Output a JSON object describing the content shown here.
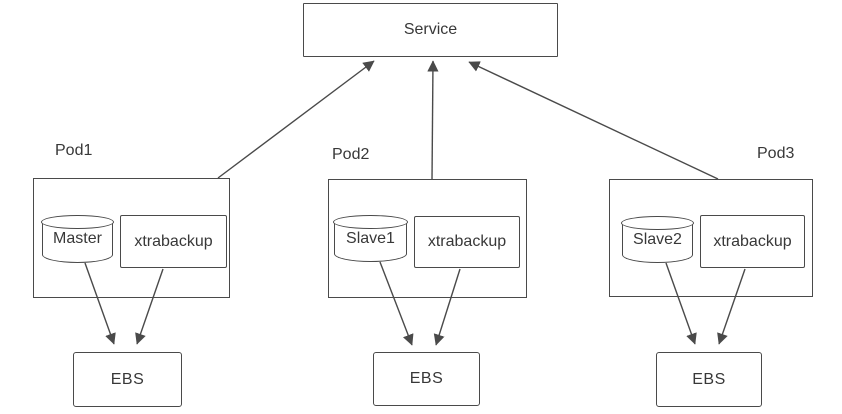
{
  "diagram": {
    "service": {
      "label": "Service"
    },
    "pods": [
      {
        "label": "Pod1",
        "db_label": "Master",
        "sidecar_label": "xtrabackup",
        "storage_label": "EBS"
      },
      {
        "label": "Pod2",
        "db_label": "Slave1",
        "sidecar_label": "xtrabackup",
        "storage_label": "EBS"
      },
      {
        "label": "Pod3",
        "db_label": "Slave2",
        "sidecar_label": "xtrabackup",
        "storage_label": "EBS"
      }
    ],
    "connections": [
      {
        "from": "Pod1",
        "to": "Service"
      },
      {
        "from": "Pod2",
        "to": "Service"
      },
      {
        "from": "Pod3",
        "to": "Service"
      },
      {
        "from": "Pod1.Master",
        "to": "Pod1.EBS"
      },
      {
        "from": "Pod1.xtrabackup",
        "to": "Pod1.EBS"
      },
      {
        "from": "Pod2.Slave1",
        "to": "Pod2.EBS"
      },
      {
        "from": "Pod2.xtrabackup",
        "to": "Pod2.EBS"
      },
      {
        "from": "Pod3.Slave2",
        "to": "Pod3.EBS"
      },
      {
        "from": "Pod3.xtrabackup",
        "to": "Pod3.EBS"
      }
    ],
    "colors": {
      "line": "#4a4a4a",
      "text": "#383838",
      "background": "#ffffff"
    }
  }
}
